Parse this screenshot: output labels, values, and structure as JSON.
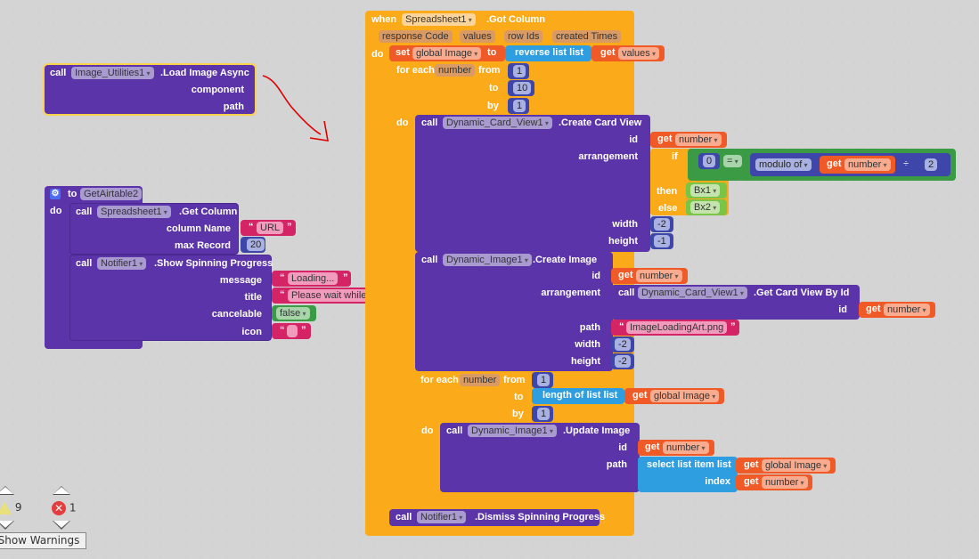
{
  "blocks": {
    "load_image": {
      "call": "call",
      "component": "Image_Utilities1",
      "method": ".Load Image Async",
      "param_component": "component",
      "param_path": "path"
    },
    "get_airtable": {
      "to": "to",
      "name": "GetAirtable2",
      "do": "do",
      "get_column": {
        "call": "call",
        "component": "Spreadsheet1",
        "method": ".Get Column",
        "param_column_name": "column Name",
        "param_max_record": "max Record",
        "column_name_value": "URL",
        "max_record_value": "20"
      },
      "spinning": {
        "call": "call",
        "component": "Notifier1",
        "method": ".Show Spinning Progress",
        "param_message": "message",
        "param_title": "title",
        "param_cancelable": "cancelable",
        "param_icon": "icon",
        "message_value": "Loading...",
        "title_value": "Please wait while we load data.",
        "cancelable_value": "false",
        "icon_value": ""
      }
    },
    "got_column": {
      "when": "when",
      "component": "Spreadsheet1",
      "event": ".Got Column",
      "params": [
        "response Code",
        "values",
        "row Ids",
        "created Times"
      ],
      "do": "do",
      "set": "set",
      "set_var": "global Image",
      "set_to": "to",
      "reverse_list": "reverse list  list",
      "get": "get",
      "get_values": "values",
      "for_each_1": {
        "label": "for each",
        "var": "number",
        "from": "from",
        "to": "to",
        "by": "by",
        "from_value": "1",
        "to_value": "10",
        "by_value": "1",
        "do": "do"
      },
      "create_card": {
        "call": "call",
        "component": "Dynamic_Card_View1",
        "method": ".Create Card View",
        "param_id": "id",
        "param_arrangement": "arrangement",
        "param_width": "width",
        "param_height": "height",
        "id_get": "get",
        "id_var": "number",
        "if": "if",
        "then": "then",
        "else": "else",
        "compare_left": "0",
        "compare_op": "=",
        "modulo": "modulo of",
        "modulo_get": "get",
        "modulo_var": "number",
        "divide": "÷",
        "modulo_divisor": "2",
        "then_value": "Bx1",
        "else_value": "Bx2",
        "width_value": "-2",
        "height_value": "-1"
      },
      "create_image": {
        "call": "call",
        "component": "Dynamic_Image1",
        "method": ".Create Image",
        "param_id": "id",
        "param_arrangement": "arrangement",
        "param_path": "path",
        "param_width": "width",
        "param_height": "height",
        "id_get": "get",
        "id_var": "number",
        "getcard_call": "call",
        "getcard_component": "Dynamic_Card_View1",
        "getcard_method": ".Get Card View By Id",
        "getcard_param_id": "id",
        "getcard_get": "get",
        "getcard_var": "number",
        "path_value": "ImageLoadingArt.png",
        "width_value": "-2",
        "height_value": "-2"
      },
      "for_each_2": {
        "label": "for each",
        "var": "number",
        "from": "from",
        "to": "to",
        "by": "by",
        "from_value": "1",
        "length_of_list": "length of list  list",
        "to_get": "get",
        "to_var": "global Image",
        "by_value": "1",
        "do": "do"
      },
      "update_image": {
        "call": "call",
        "component": "Dynamic_Image1",
        "method": ".Update Image",
        "param_id": "id",
        "param_path": "path",
        "id_get": "get",
        "id_var": "number",
        "select_list_item": "select list item  list",
        "index": "index",
        "list_get": "get",
        "list_var": "global Image",
        "index_get": "get",
        "index_var": "number"
      },
      "dismiss": {
        "call": "call",
        "component": "Notifier1",
        "method": ".Dismiss Spinning Progress"
      }
    }
  },
  "warnings": {
    "warning_count": "9",
    "error_count": "1",
    "show_warnings_label": "Show Warnings"
  },
  "annotation": {
    "arrow_color": "#e00000"
  },
  "colors": {
    "procedure_purple": "#5b34aa",
    "control_orange": "#fbab19",
    "variable_red": "#f05a26",
    "list_blue": "#2e9ee0",
    "math_navy": "#3e47a9",
    "text_pink": "#d42466",
    "logic_green": "#3b9a44"
  }
}
